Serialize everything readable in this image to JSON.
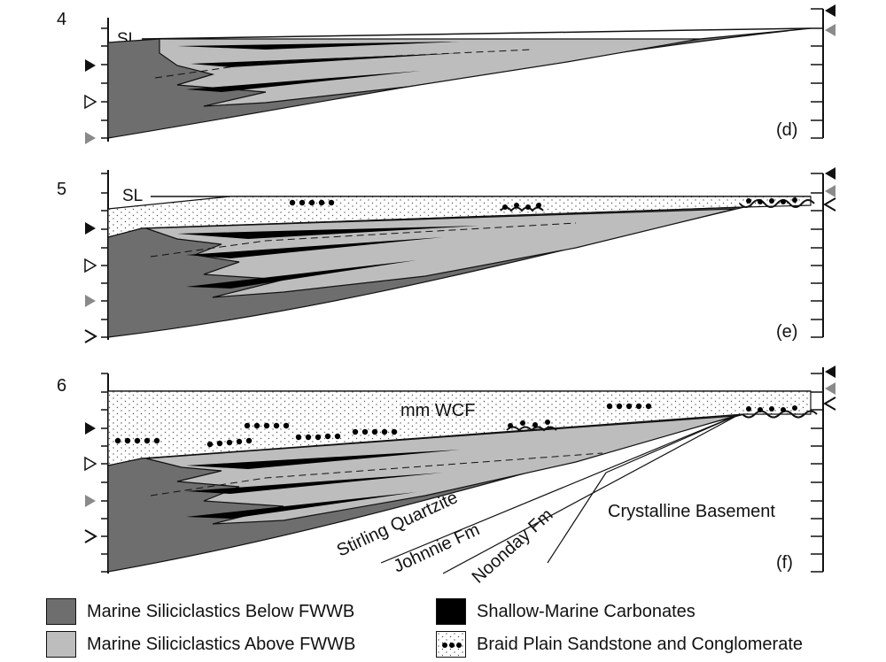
{
  "panels": [
    {
      "number": "4",
      "letter": "(d)",
      "sea_level": "SL"
    },
    {
      "number": "5",
      "letter": "(e)",
      "sea_level": "SL"
    },
    {
      "number": "6",
      "letter": "(f)",
      "sea_level": ""
    }
  ],
  "labels": {
    "wcf": "mm WCF",
    "stirling": "Stirling Quartzite",
    "johnnie": "Johnnie Fm",
    "noonday": "Noonday Fm",
    "basement": "Crystalline Basement"
  },
  "legend": [
    {
      "label": "Marine Siliciclastics Below FWWB",
      "color": "#6e6e6e"
    },
    {
      "label": "Marine Siliciclastics Above FWWB",
      "color": "#bdbdbd"
    },
    {
      "label": "Shallow-Marine Carbonates",
      "color": "#000000"
    },
    {
      "label": "Braid Plain Sandstone and Conglomerate",
      "color": "#ffffff"
    }
  ],
  "colors": {
    "dark_gray": "#6e6e6e",
    "light_gray": "#bdbdbd",
    "carbonate": "#000000",
    "marker_gray": "#8a8a8a"
  }
}
